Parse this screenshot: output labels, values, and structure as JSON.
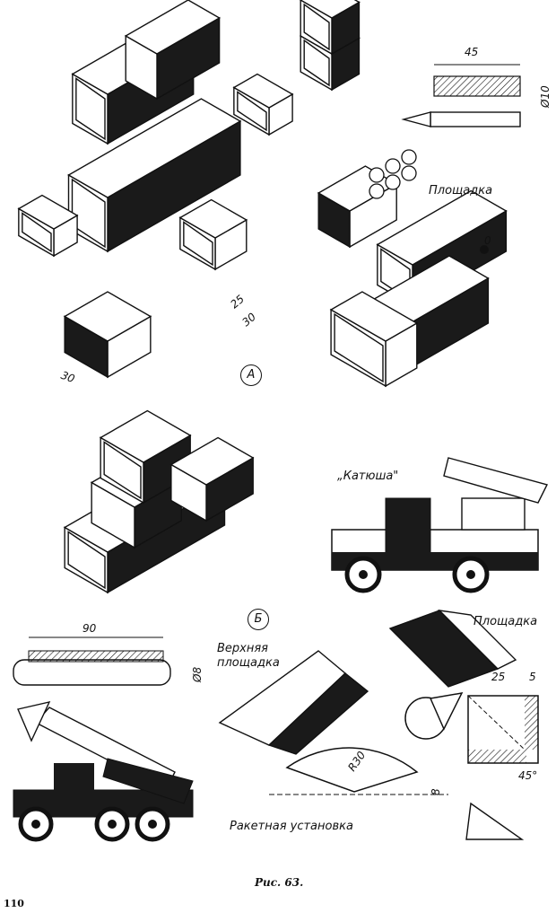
{
  "figure": {
    "caption": "Рис. 63.",
    "page_number": "110",
    "section_a_label": "А",
    "section_b_label": "Б"
  },
  "labels": {
    "platform_top": "Площадка",
    "platform_b": "Площадка",
    "katyusha": "„Катюша\"",
    "upper_platform_line1": "Верхняя",
    "upper_platform_line2": "площадка",
    "rocket_launcher": "Ракетная установка"
  },
  "dimensions": {
    "pencil_length": "45",
    "pencil_diameter": "Ø10",
    "hole": "0",
    "box_width": "25",
    "box_length": "30",
    "platform_width": "30",
    "tube_length": "90",
    "tube_diameter": "Ø8",
    "square_side": "25",
    "square_margin": "5",
    "sector_radius": "R30",
    "sector_height": "8",
    "angle": "45°"
  },
  "colors": {
    "ink": "#111111",
    "paper": "#ffffff"
  }
}
